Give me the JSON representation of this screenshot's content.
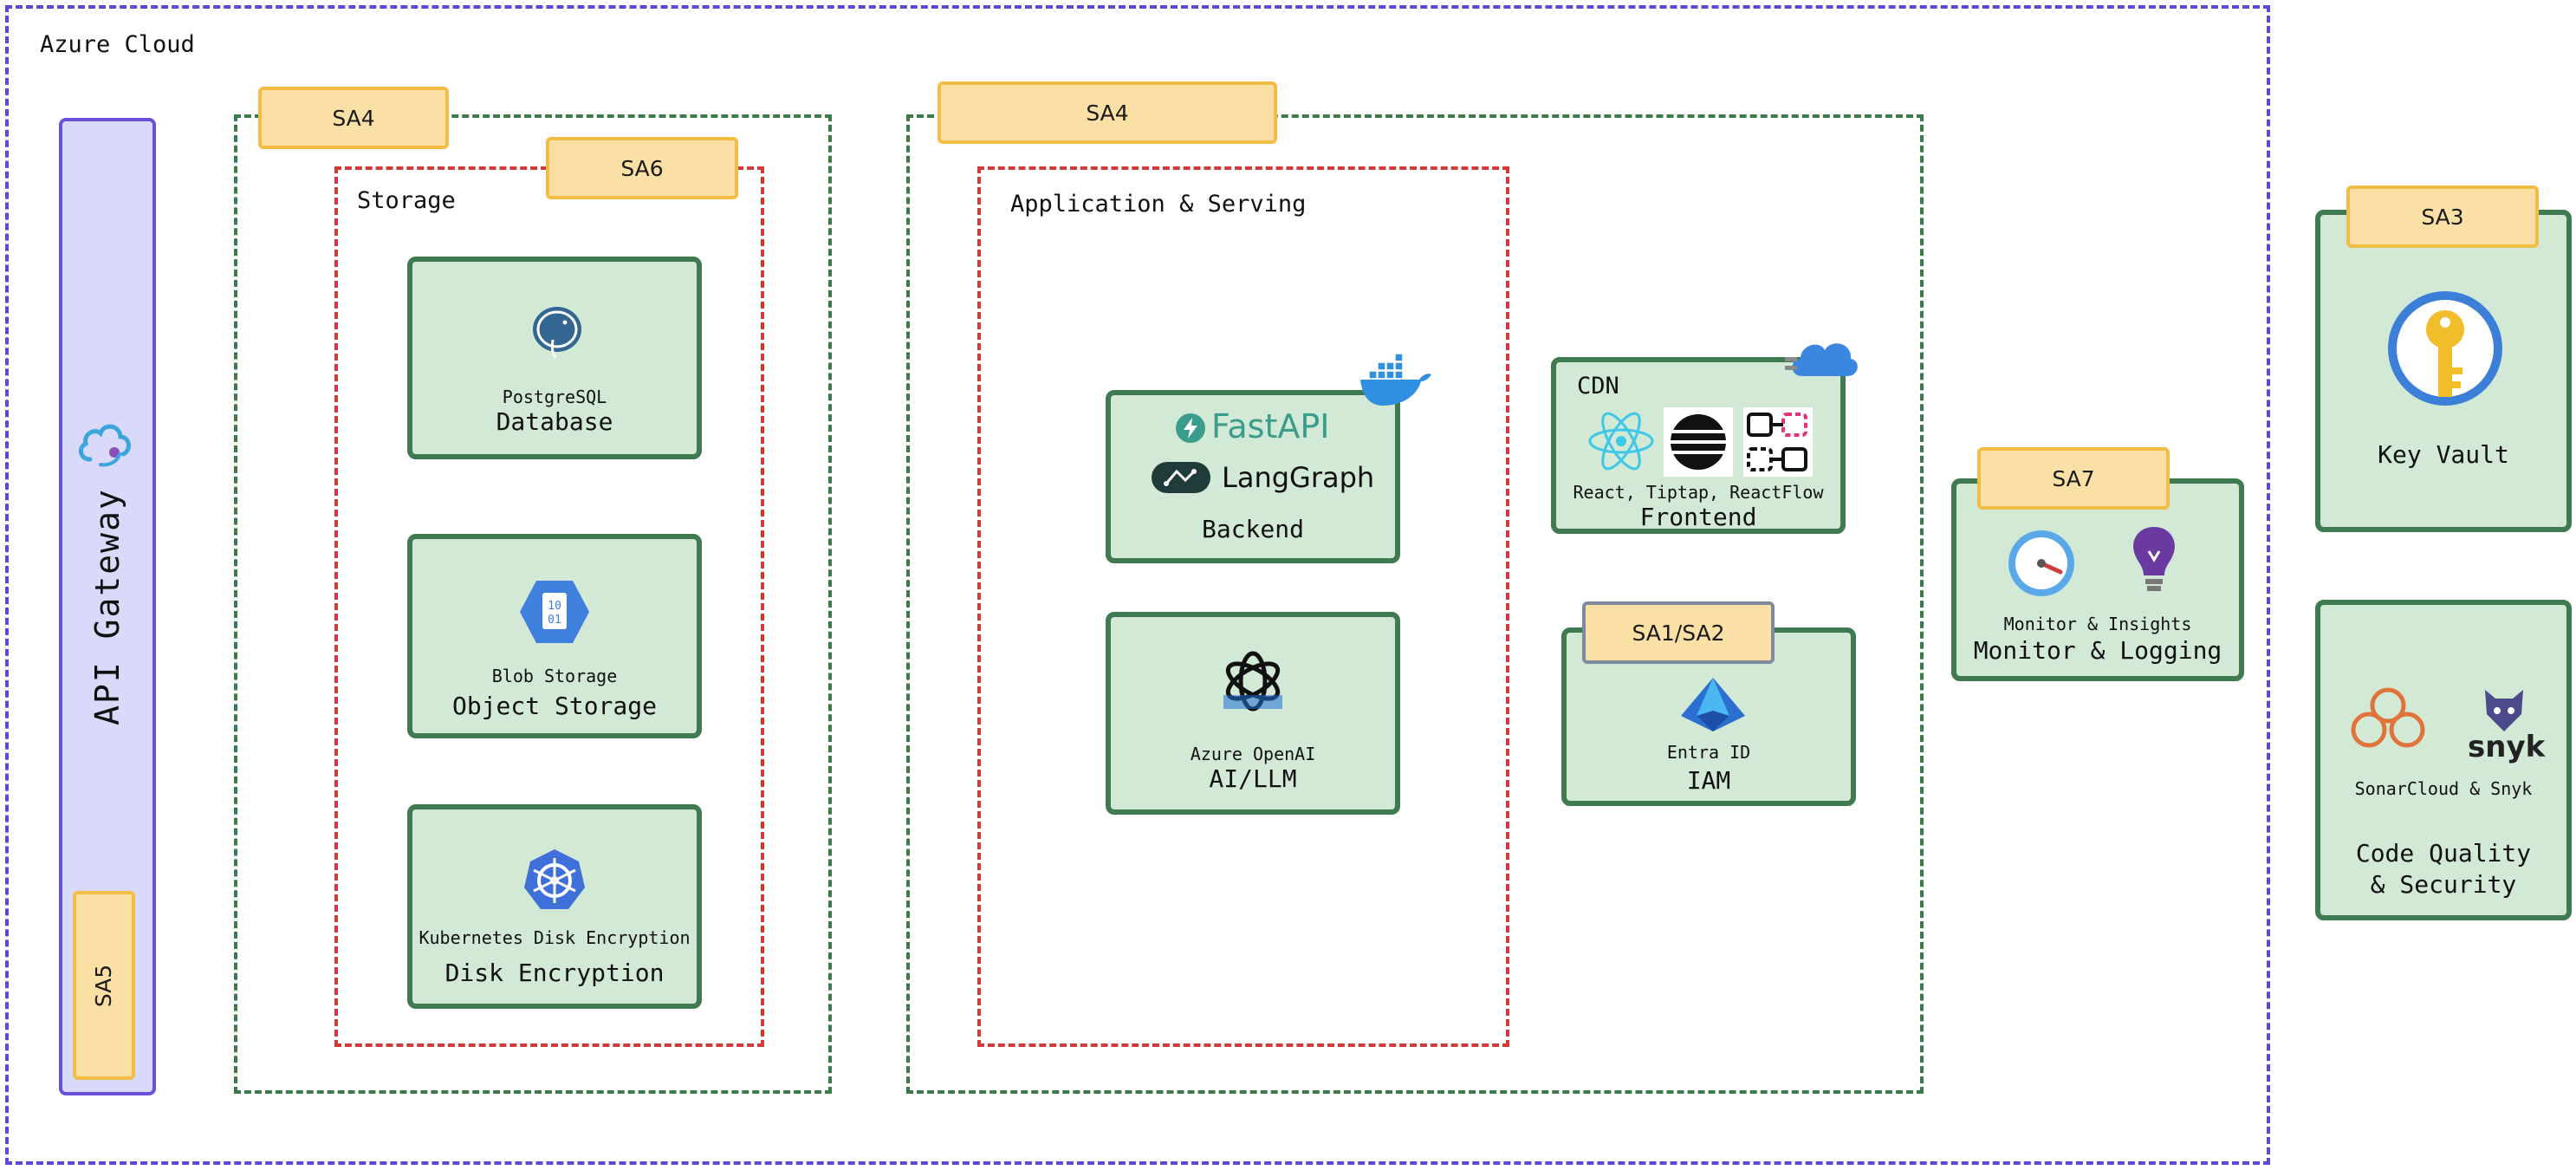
{
  "cloud_label": "Azure Cloud",
  "api_gateway": {
    "label": "API Gateway",
    "tag": "SA5"
  },
  "storage_group": {
    "outer_tag": "SA4",
    "inner_tag": "SA6",
    "title": "Storage",
    "cards": [
      {
        "sub": "PostgreSQL",
        "main": "Database"
      },
      {
        "sub": "Blob Storage",
        "main": "Object Storage"
      },
      {
        "sub": "Kubernetes Disk Encryption",
        "main": "Disk Encryption"
      }
    ]
  },
  "app_group": {
    "outer_tag": "SA4",
    "title": "Application & Serving",
    "backend": {
      "brand1": "FastAPI",
      "brand2": "LangGraph",
      "main": "Backend"
    },
    "ai": {
      "sub": "Azure OpenAI",
      "main": "AI/LLM"
    },
    "frontend": {
      "cdn": "CDN",
      "sub": "React, Tiptap, ReactFlow",
      "main": "Frontend"
    },
    "iam": {
      "tag": "SA1/SA2",
      "sub": "Entra ID",
      "main": "IAM"
    }
  },
  "monitor": {
    "tag": "SA7",
    "sub": "Monitor & Insights",
    "main": "Monitor & Logging"
  },
  "keyvault": {
    "tag": "SA3",
    "main": "Key Vault"
  },
  "codequality": {
    "sub": "SonarCloud & Snyk",
    "main1": "Code Quality",
    "main2": "& Security",
    "snyk": "snyk"
  },
  "colors": {
    "cloud_border": "#5b49d6",
    "group_border": "#3c7a4a",
    "inner_border": "#d23a3a",
    "card_fill": "#d2e9d6",
    "tag_fill": "#fae0a5"
  }
}
